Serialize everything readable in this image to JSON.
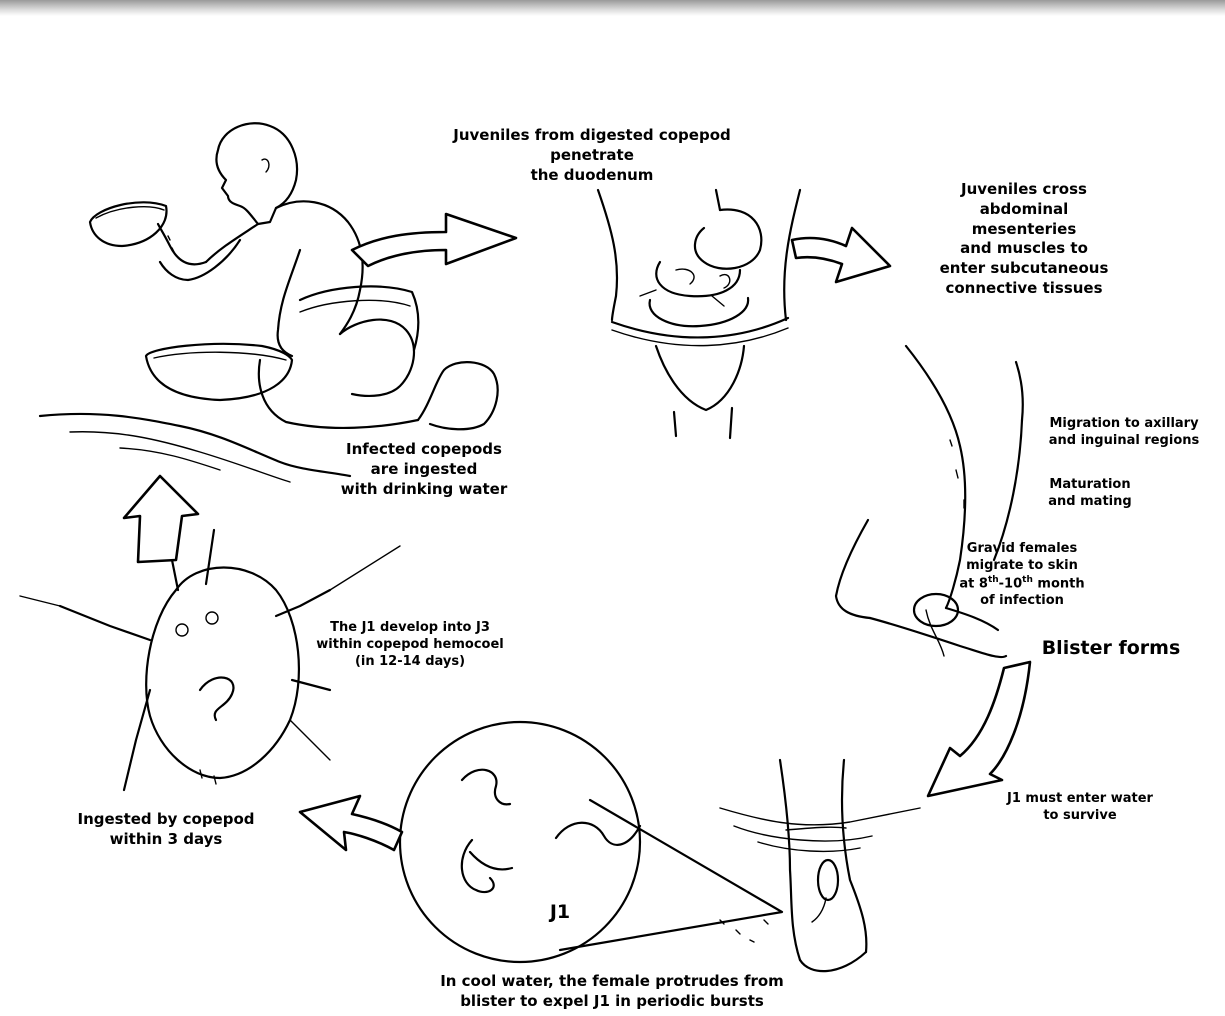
{
  "labels": {
    "juveniles_duodenum": "Juveniles from digested copepod\npenetrate\nthe duodenum",
    "juveniles_cross": "Juveniles cross\nabdominal\nmesenteries\nand muscles to\nenter subcutaneous\nconnective tissues",
    "migration": "Migration to axillary\nand inguinal regions",
    "maturation": "Maturation\nand mating",
    "gravid_line1": "Gravid females\nmigrate to skin\nat 8",
    "gravid_sup1": "th",
    "gravid_mid": "-10",
    "gravid_sup2": "th",
    "gravid_line3": " month\nof infection",
    "blister": "Blister forms",
    "j1_enter_water": "J1 must enter water\nto survive",
    "female_protrudes": "In cool water, the female protrudes from\nblister to expel J1 in periodic bursts",
    "j1_label": "J1",
    "ingested_copepod": "Ingested by copepod\nwithin 3 days",
    "j1_develop": "The J1 develop into J3\nwithin copepod hemocoel\n(in 12-14 days)",
    "infected_copepods": "Infected copepods\nare ingested\nwith drinking water"
  }
}
